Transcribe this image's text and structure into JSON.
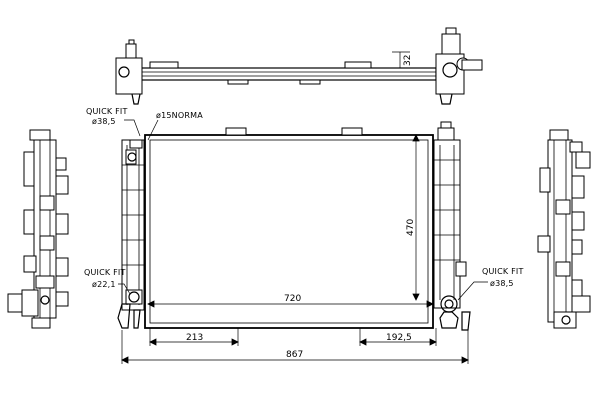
{
  "labels": {
    "quick_fit_top": "QUICK FIT",
    "quick_fit_top_dia": "ø38,5",
    "norma": "ø15NORMA",
    "quick_fit_left": "QUICK FIT",
    "quick_fit_left_dia": "ø22,1",
    "quick_fit_right": "QUICK FIT",
    "quick_fit_right_dia": "ø38,5"
  },
  "dimensions": {
    "core_width": "720",
    "core_height": "470",
    "overall_width": "867",
    "left_offset": "213",
    "right_offset": "192,5",
    "top_view_depth": "32"
  }
}
